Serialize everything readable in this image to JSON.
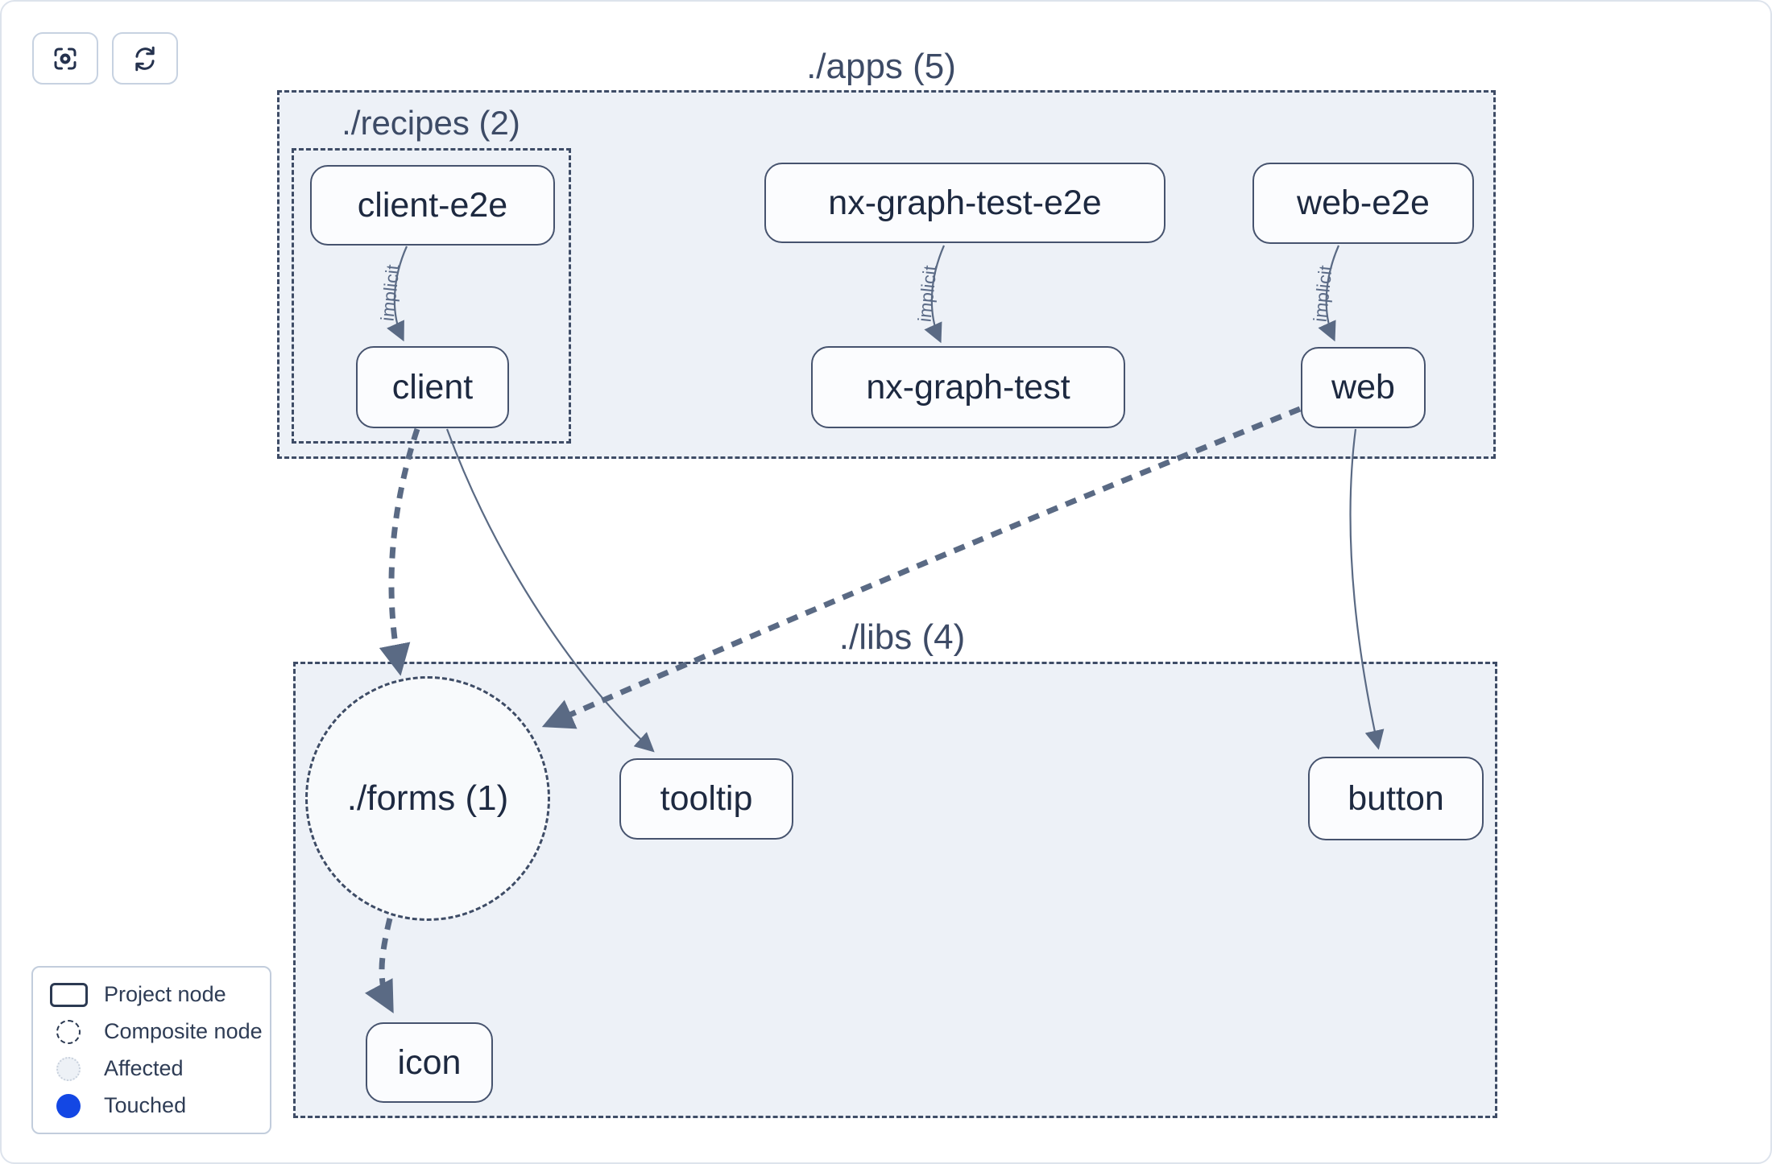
{
  "toolbar": {
    "focus_button": {
      "icon": "focus-target-icon",
      "tooltip": ""
    },
    "refresh_button": {
      "icon": "refresh-icon",
      "tooltip": ""
    }
  },
  "groups": {
    "apps": {
      "label": "./apps (5)"
    },
    "recipes": {
      "label": "./recipes (2)"
    },
    "libs": {
      "label": "./libs (4)"
    },
    "forms": {
      "label": "./forms (1)"
    }
  },
  "nodes": {
    "client_e2e": {
      "label": "client-e2e"
    },
    "client": {
      "label": "client"
    },
    "nx_graph_test_e2e": {
      "label": "nx-graph-test-e2e"
    },
    "nx_graph_test": {
      "label": "nx-graph-test"
    },
    "web_e2e": {
      "label": "web-e2e"
    },
    "web": {
      "label": "web"
    },
    "tooltip": {
      "label": "tooltip"
    },
    "button": {
      "label": "button"
    },
    "icon": {
      "label": "icon"
    }
  },
  "edges": {
    "client_e2e_to_client": {
      "label": "implicit",
      "style": "implicit-curved"
    },
    "nx_graph_test_e2e_to_nx_graph_test": {
      "label": "implicit",
      "style": "implicit-curved"
    },
    "web_e2e_to_web": {
      "label": "implicit",
      "style": "implicit-curved"
    },
    "client_to_forms": {
      "label": "",
      "style": "dashed-thick"
    },
    "web_to_forms": {
      "label": "",
      "style": "dashed-thick"
    },
    "forms_to_icon": {
      "label": "",
      "style": "dashed-thick"
    },
    "client_to_tooltip": {
      "label": "",
      "style": "solid-thin"
    },
    "web_to_button": {
      "label": "",
      "style": "solid-thin"
    }
  },
  "legend": {
    "items": [
      {
        "id": "project-node",
        "label": "Project node"
      },
      {
        "id": "composite-node",
        "label": "Composite node"
      },
      {
        "id": "affected",
        "label": "Affected"
      },
      {
        "id": "touched",
        "label": "Touched"
      }
    ]
  },
  "colors": {
    "touched_blue": "#1347e4",
    "edge": "#5a6a84",
    "node_border": "#46536e",
    "group_border": "#3e4c66",
    "group_background": "#edf1f7"
  }
}
